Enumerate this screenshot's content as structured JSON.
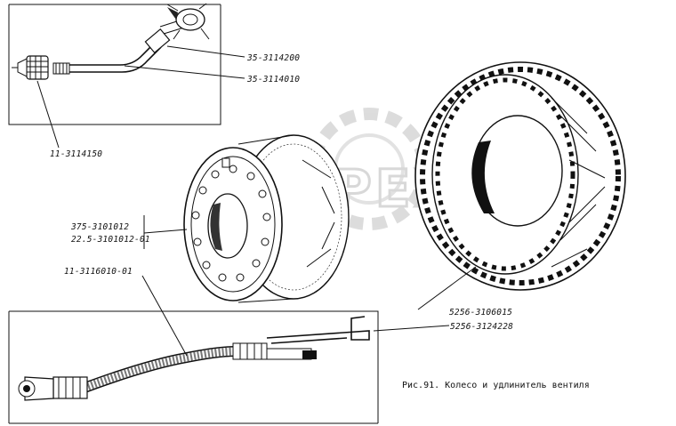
{
  "watermark": {
    "text": "OPEX"
  },
  "labels": {
    "extension_cap": "35-3114200",
    "extension_tube": "35-3114010",
    "valve_cap": "11-3114150",
    "rim_a": "375-3101012",
    "rim_b": "22.5-3101012-01",
    "hose": "11-3116010-01",
    "tire": "5256-3106015",
    "bracket": "5256-3124228"
  },
  "caption": "Рис.91. Колесо и удлинитель вентиля"
}
